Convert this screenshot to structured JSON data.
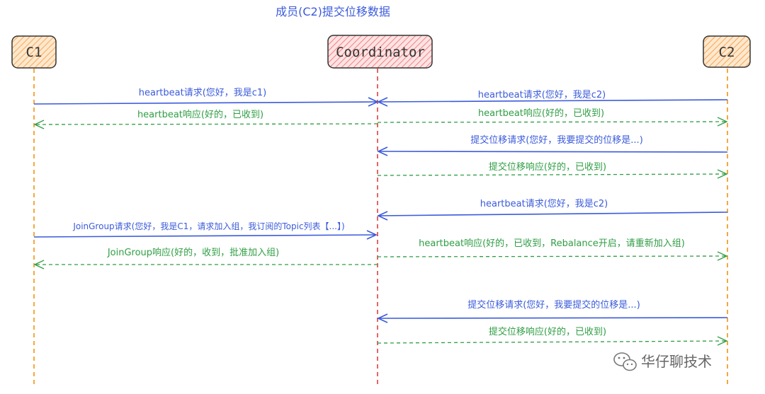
{
  "title": "成员(C2)提交位移数据",
  "participants": {
    "c1": "C1",
    "coordinator": "Coordinator",
    "c2": "C2"
  },
  "messages": [
    {
      "text": "heartbeat请求(您好，我是c1)",
      "color": "blue"
    },
    {
      "text": "heartbeat请求(您好，我是c2)",
      "color": "blue"
    },
    {
      "text": "heartbeat响应(好的，已收到)",
      "color": "green"
    },
    {
      "text": "heartbeat响应(好的，已收到)",
      "color": "green"
    },
    {
      "text": "提交位移请求(您好，我要提交的位移是...)",
      "color": "blue"
    },
    {
      "text": "提交位移响应(好的，已收到)",
      "color": "green"
    },
    {
      "text": "heartbeat请求(您好，我是c2)",
      "color": "blue"
    },
    {
      "text": "JoinGroup请求(您好，我是C1，请求加入组，我订阅的Topic列表【...】)",
      "color": "blue"
    },
    {
      "text": "heartbeat响应(好的，已收到，Rebalance开启，请重新加入组)",
      "color": "green"
    },
    {
      "text": "JoinGroup响应(好的，收到，批准加入组)",
      "color": "green"
    },
    {
      "text": "提交位移请求(您好，我要提交的位移是...)",
      "color": "blue"
    },
    {
      "text": "提交位移响应(好的，已收到)",
      "color": "green"
    }
  ],
  "watermark": "华仔聊技术",
  "colors": {
    "request": "#3b5bdb",
    "response": "#2f9e44",
    "client_lifeline": "#f08c00",
    "coordinator_lifeline": "#e03131",
    "client_box": "#ffe8cc",
    "coordinator_box": "#ffe3e3"
  },
  "icons": {
    "watermark": "wechat-icon"
  }
}
